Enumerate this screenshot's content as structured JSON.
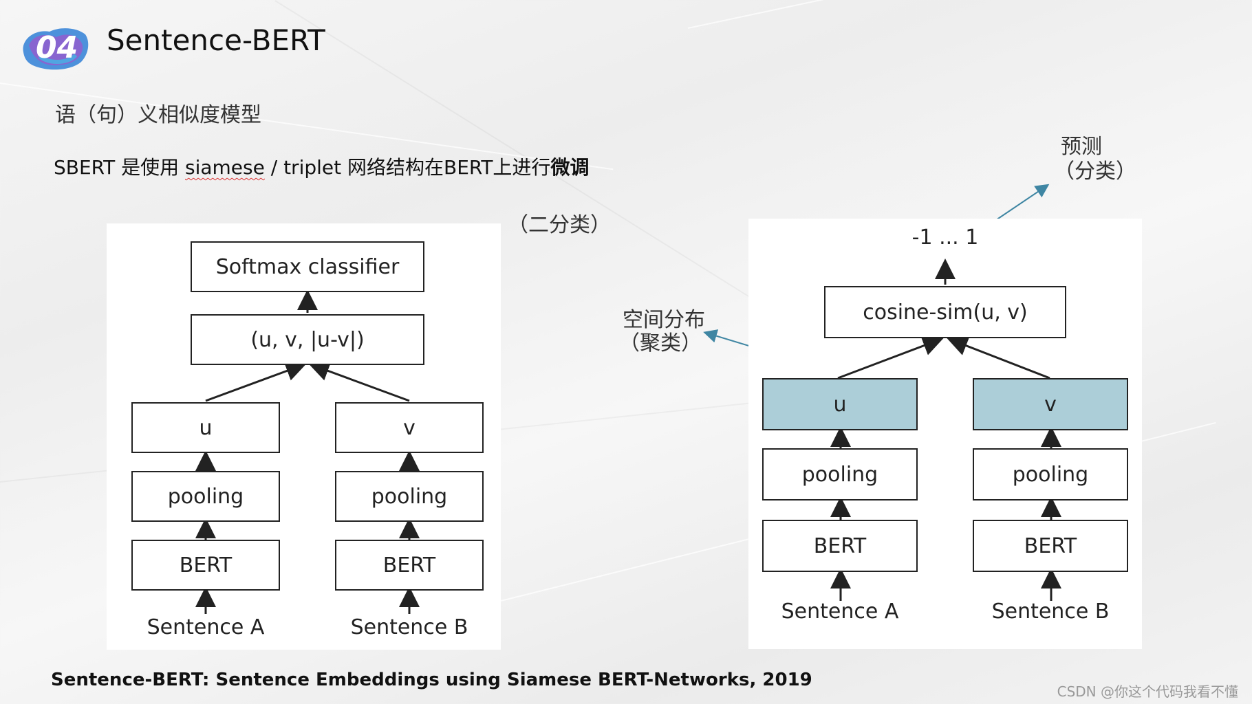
{
  "header": {
    "badge": "04",
    "title": "Sentence-BERT",
    "subtitle": "语（句）义相似度模型"
  },
  "description": {
    "prefix": "SBERT 是使用 ",
    "siamese": "siamese",
    "middle": " / triplet 网络结构在BERT上进行",
    "emphasis": "微调"
  },
  "notes": {
    "binary": "（二分类）",
    "predict_line1": "预测",
    "predict_line2": "（分类）",
    "space_line1": "空间分布",
    "space_line2": "（聚类）"
  },
  "left_diagram": {
    "classifier": "Softmax classifier",
    "concat": "(u, v, |u-v|)",
    "u": "u",
    "v": "v",
    "pooling_a": "pooling",
    "pooling_b": "pooling",
    "bert_a": "BERT",
    "bert_b": "BERT",
    "sentence_a": "Sentence A",
    "sentence_b": "Sentence B"
  },
  "right_diagram": {
    "output": "-1 ... 1",
    "cosine": "cosine-sim(u, v)",
    "u": "u",
    "v": "v",
    "pooling_a": "pooling",
    "pooling_b": "pooling",
    "bert_a": "BERT",
    "bert_b": "BERT",
    "sentence_a": "Sentence A",
    "sentence_b": "Sentence B"
  },
  "colors": {
    "highlight_box": "#acced8",
    "annotation_arrow": "#3f86a3",
    "badge_splash": "#2f7fd6"
  },
  "footer": "Sentence-BERT: Sentence Embeddings using Siamese BERT-Networks, 2019",
  "watermark": "CSDN @你这个代码我看不懂"
}
